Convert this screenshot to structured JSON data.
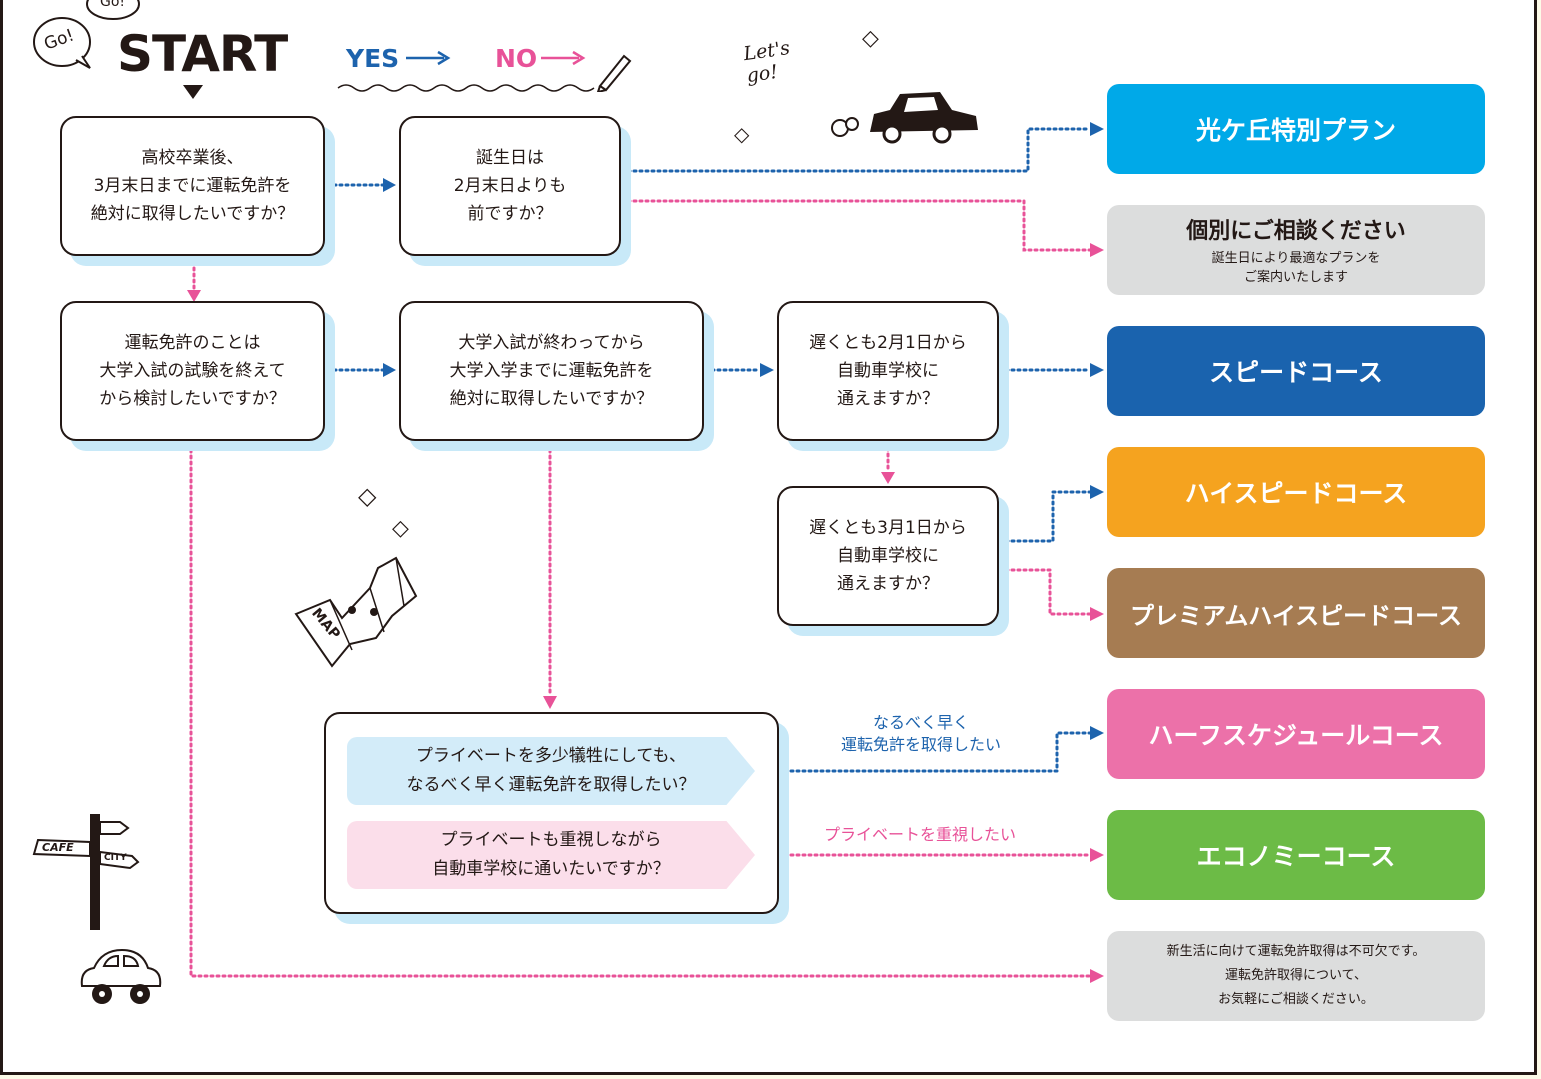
{
  "header": {
    "start": "START",
    "legend_yes": "YES",
    "legend_no": "NO",
    "lets_go": "Let's\ngo!"
  },
  "questions": {
    "q1": "高校卒業後、\n3月末日までに運転免許を\n絶対に取得したいですか？",
    "q2": "誕生日は\n2月末日よりも\n前ですか？",
    "q3": "運転免許のことは\n大学入試の試験を終えて\nから検討したいですか？",
    "q4": "大学入試が終わってから\n大学入学までに運転免許を\n絶対に取得したいですか？",
    "q5": "遅くとも2月1日から\n自動車学校に\n通えますか？",
    "q6": "遅くとも3月1日から\n自動車学校に\n通えますか？"
  },
  "choice": {
    "option_yes": "プライベートを多少犠牲にしても、\nなるべく早く運転免許を取得したい？",
    "option_no": "プライベートも重視しながら\n自動車学校に通いたいですか？",
    "label_yes": "なるべく早く\n運転免許を取得したい",
    "label_no": "プライベートを重視したい"
  },
  "results": {
    "special": "光ケ丘特別プラン",
    "consult_title": "個別にご相談ください",
    "consult_sub": "誕生日により最適なプランを\nご案内いたします",
    "speed": "スピードコース",
    "high_speed": "ハイスピードコース",
    "premium": "プレミアムハイスピードコース",
    "half": "ハーフスケジュールコース",
    "economy": "エコノミーコース",
    "final_note": "新生活に向けて運転免許取得は不可欠です。\n運転免許取得について、\nお気軽にご相談ください。"
  },
  "illustrations": {
    "map": "MAP",
    "sign_cafe": "CAFE",
    "sign_city": "CITY",
    "go_bubble": "Go!",
    "go_bubble2": "Go!"
  },
  "colors": {
    "yes": "#1d63ad",
    "no": "#e85298",
    "shadow": "#c8e9f8",
    "special": "#00a9e8",
    "gray": "#dcdddd",
    "speed": "#1a63ae",
    "high_speed": "#f5a31f",
    "premium": "#a67c52",
    "half": "#ec71a9",
    "economy": "#6cbb46",
    "option_yes_bg": "#d3ecf9",
    "option_no_bg": "#fbdeea"
  }
}
